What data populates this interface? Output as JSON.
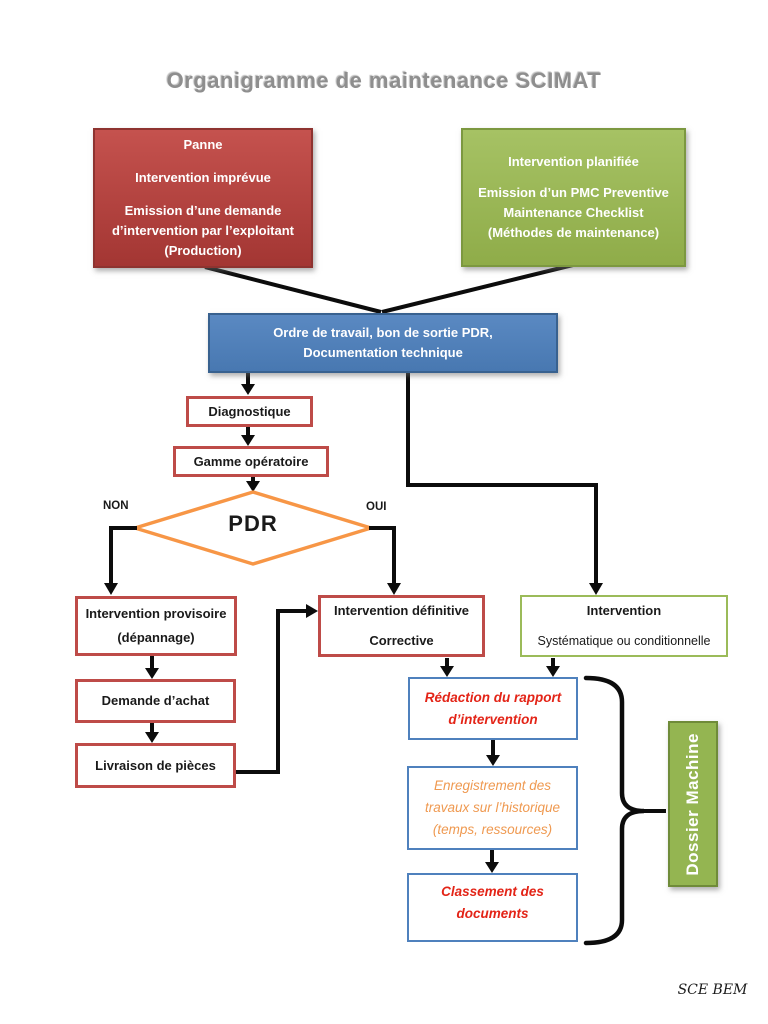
{
  "title": "Organigramme de maintenance SCIMAT",
  "signature": "SCE BEM",
  "colors": {
    "red_fill": "#B6423F",
    "green_fill": "#9BBB59",
    "blue_fill": "#4F81BD",
    "orange_diamond": "#F79646",
    "red_border": "#BE4B48",
    "blue_border": "#4F81BD",
    "green_border": "#9BBB59",
    "connector": "#0c0c0c",
    "text_red": "#E32417",
    "text_orange": "#EF9950",
    "title_gray": "#8e8e8e"
  },
  "nodes": {
    "panne": {
      "lines": [
        "Panne",
        "Intervention imprévue",
        "Emission d’une demande",
        "d’intervention par l’exploitant",
        "(Production)"
      ]
    },
    "planifiee": {
      "lines": [
        "Intervention planifiée",
        "Emission d’un PMC Preventive",
        "Maintenance Checklist",
        "(Méthodes de maintenance)"
      ]
    },
    "ordre": {
      "lines": [
        "Ordre de travail, bon de sortie PDR,",
        "Documentation technique"
      ]
    },
    "diagnostique": {
      "label": "Diagnostique"
    },
    "gamme": {
      "label": "Gamme opératoire"
    },
    "decision": {
      "label": "PDR",
      "no": "NON",
      "yes": "OUI"
    },
    "provisoire": {
      "lines": [
        "Intervention provisoire",
        "(dépannage)"
      ]
    },
    "demande": {
      "label": "Demande d’achat"
    },
    "livraison": {
      "label": "Livraison de pièces"
    },
    "definitive": {
      "lines": [
        "Intervention définitive",
        "Corrective"
      ]
    },
    "systematique": {
      "lines": [
        "Intervention",
        "Systématique ou conditionnelle"
      ]
    },
    "redaction": {
      "lines": [
        "Rédaction du rapport",
        "d’intervention"
      ]
    },
    "enregistrement": {
      "lines": [
        "Enregistrement des",
        "travaux sur l’historique",
        "(temps, ressources)"
      ]
    },
    "classement": {
      "lines": [
        "Classement des",
        "documents"
      ]
    },
    "dossier": {
      "label": "Dossier Machine"
    }
  }
}
